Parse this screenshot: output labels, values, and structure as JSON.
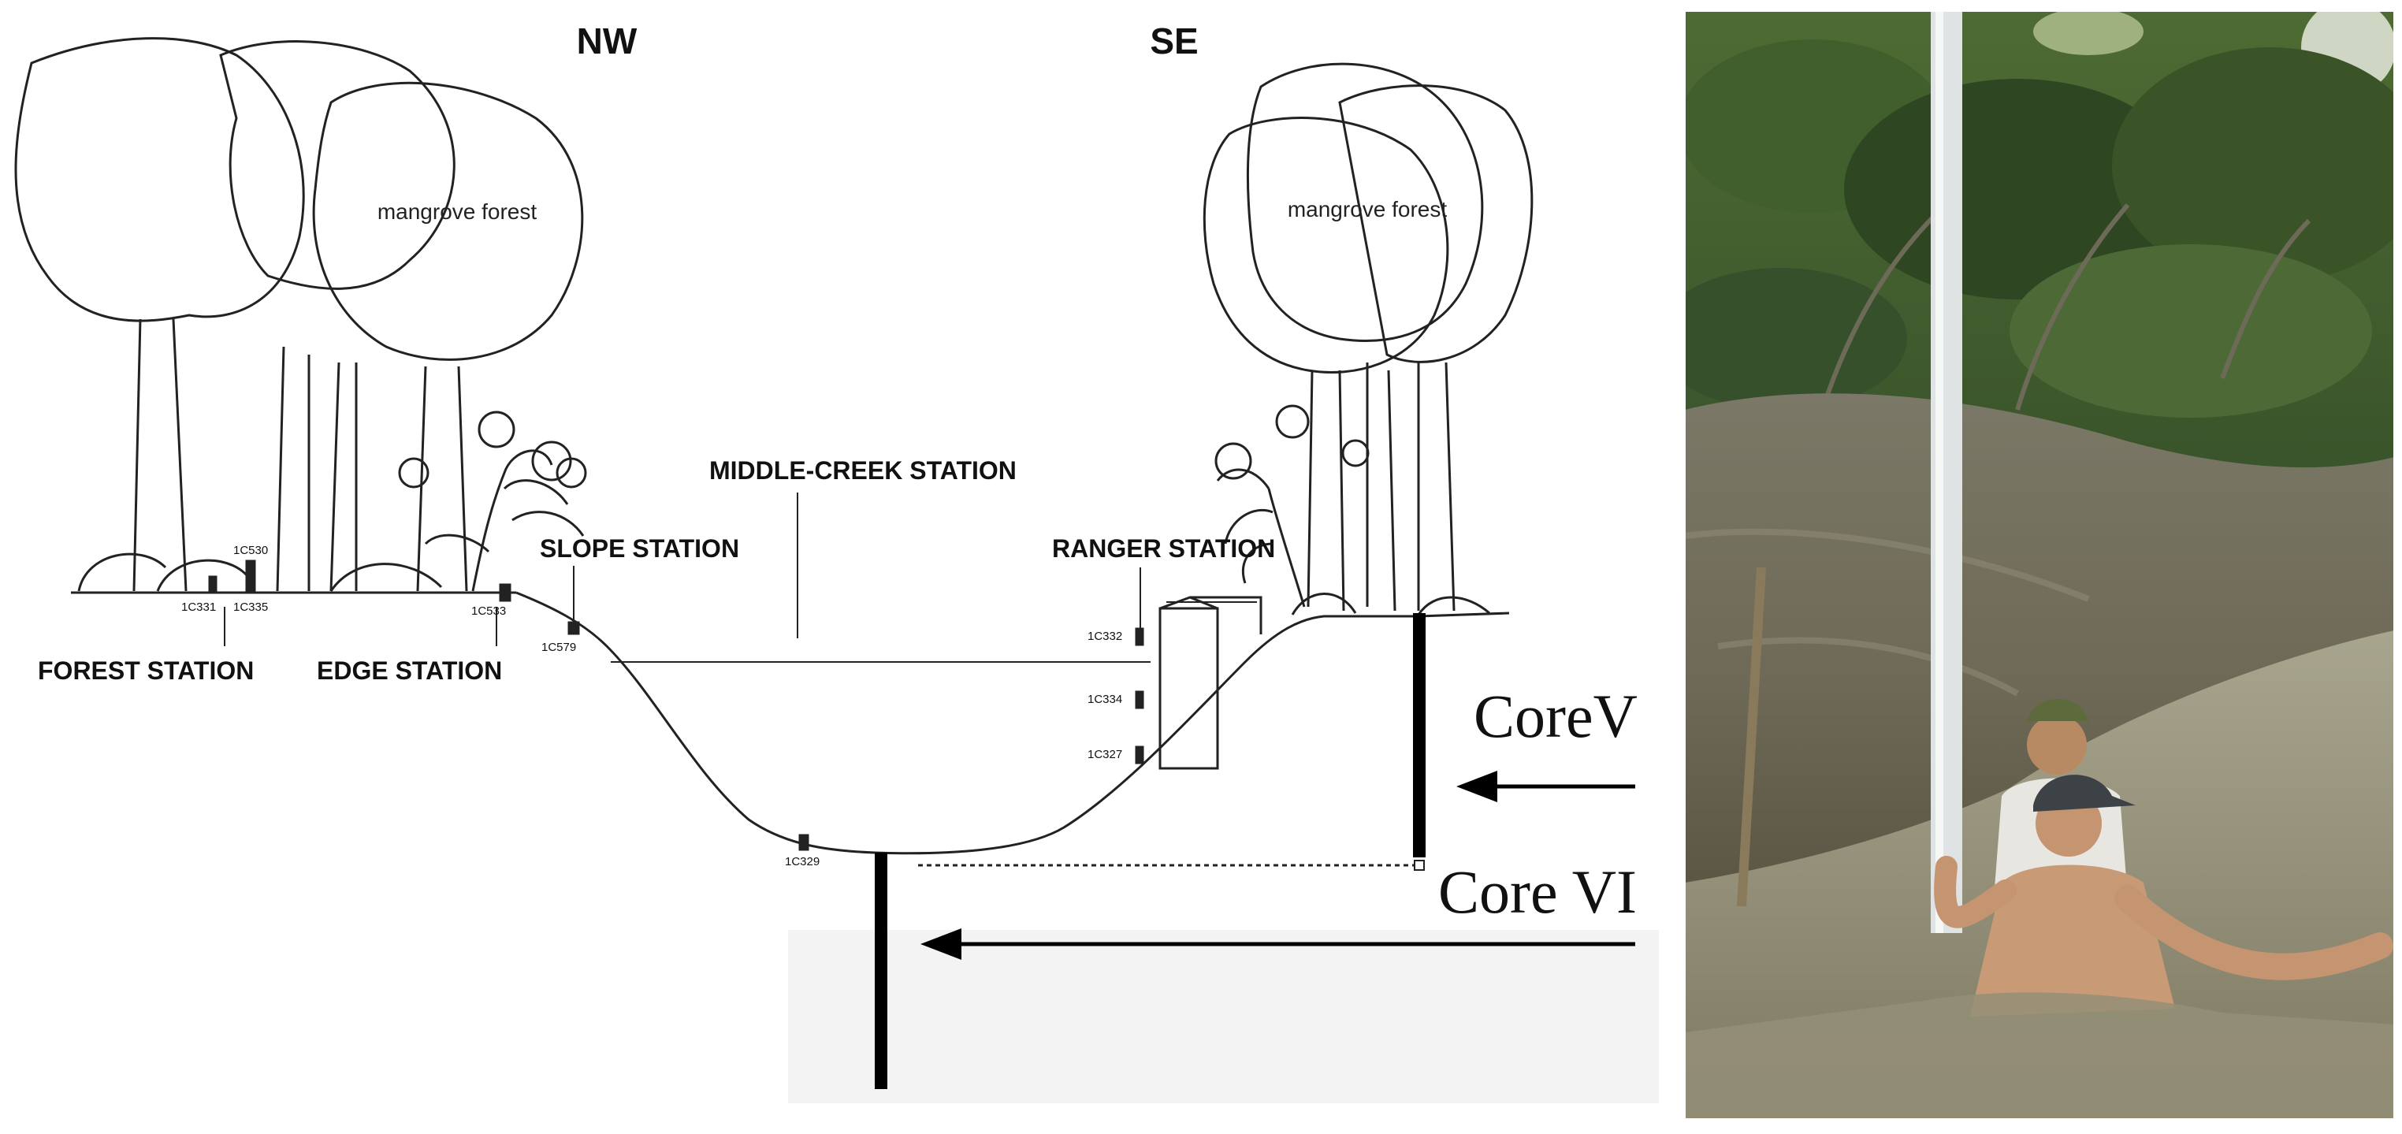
{
  "diagram": {
    "directions": {
      "left": "NW",
      "right": "SE"
    },
    "forest_labels": {
      "left": "mangrove forest",
      "right": "mangrove forest"
    },
    "stations": {
      "forest": "FOREST STATION",
      "edge": "EDGE STATION",
      "slope": "SLOPE STATION",
      "middle_creek": "MIDDLE-CREEK STATION",
      "ranger": "RANGER STATION"
    },
    "sample_codes": {
      "forest_a": "1C530",
      "forest_b": "1C331",
      "forest_c": "1C335",
      "edge": "1C533",
      "slope": "1C579",
      "creek_bottom": "1C329",
      "ranger_top": "1C332",
      "ranger_mid": "1C334",
      "ranger_low": "1C327"
    },
    "cores": {
      "core5": "CoreV",
      "core6": "Core VI"
    }
  },
  "photo": {
    "description_icon": "field-photo",
    "colors": {
      "foliage": "#3f5a2a",
      "bank": "#7e7560",
      "water": "#8f8a74"
    }
  }
}
